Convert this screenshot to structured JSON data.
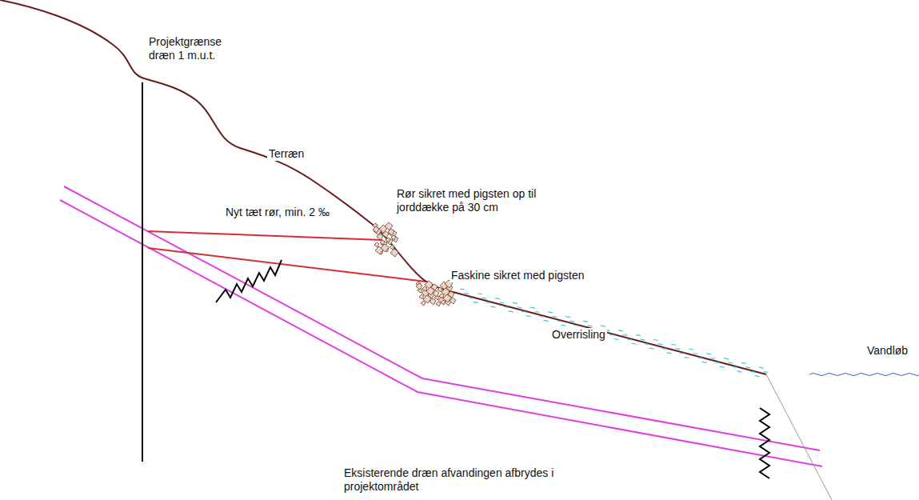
{
  "diagram": {
    "labels": [
      "Projektgrænse dræn 1 m.u.t.",
      "Terræn",
      "Nyt tæt rør, min. 2 ‰",
      "Rør sikret med pigsten op til jorddække på 30 cm",
      "Faskine sikret med pigsten",
      "Overrisling",
      "Vandløb",
      "Eksisterende dræn afvandingen afbrydes i projektområdet"
    ]
  }
}
